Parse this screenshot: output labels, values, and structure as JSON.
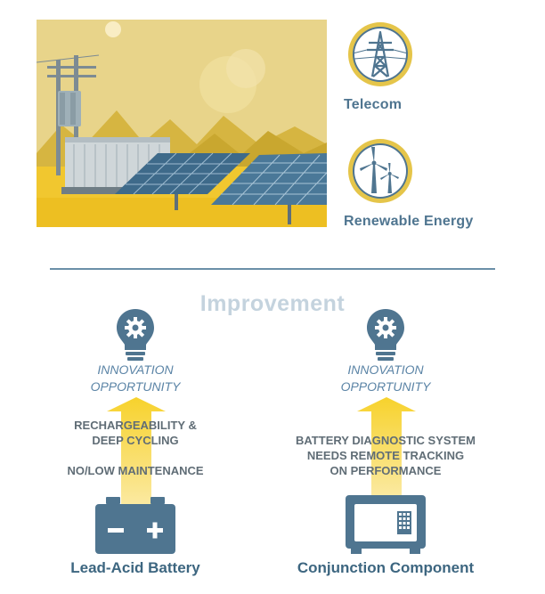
{
  "sectors": [
    {
      "label": "Telecom",
      "icon": "transmission-tower-icon"
    },
    {
      "label": "Renewable Energy",
      "icon": "wind-turbine-icon"
    }
  ],
  "section_title": "Improvement",
  "columns": [
    {
      "innovation": [
        "INNOVATION",
        "OPPORTUNITY"
      ],
      "features": [
        "RECHARGEABILITY &",
        "DEEP CYCLING",
        "NO/LOW MAINTENANCE"
      ],
      "label": "Lead-Acid Battery",
      "icon": "battery-icon"
    },
    {
      "innovation": [
        "INNOVATION",
        "OPPORTUNITY"
      ],
      "features": [
        "BATTERY DIAGNOSTIC SYSTEM",
        "NEEDS REMOTE TRACKING",
        "ON PERFORMANCE"
      ],
      "label": "Conjunction Component",
      "icon": "monitor-device-icon"
    }
  ],
  "colors": {
    "scene_bg": "#e8d48a",
    "scene_ground": "#f1c72f",
    "accent_yellow": "#f5d22e",
    "icon_blue": "#4f7590",
    "badge_ring": "#e5c54a",
    "title_gray": "#c4d3de"
  }
}
